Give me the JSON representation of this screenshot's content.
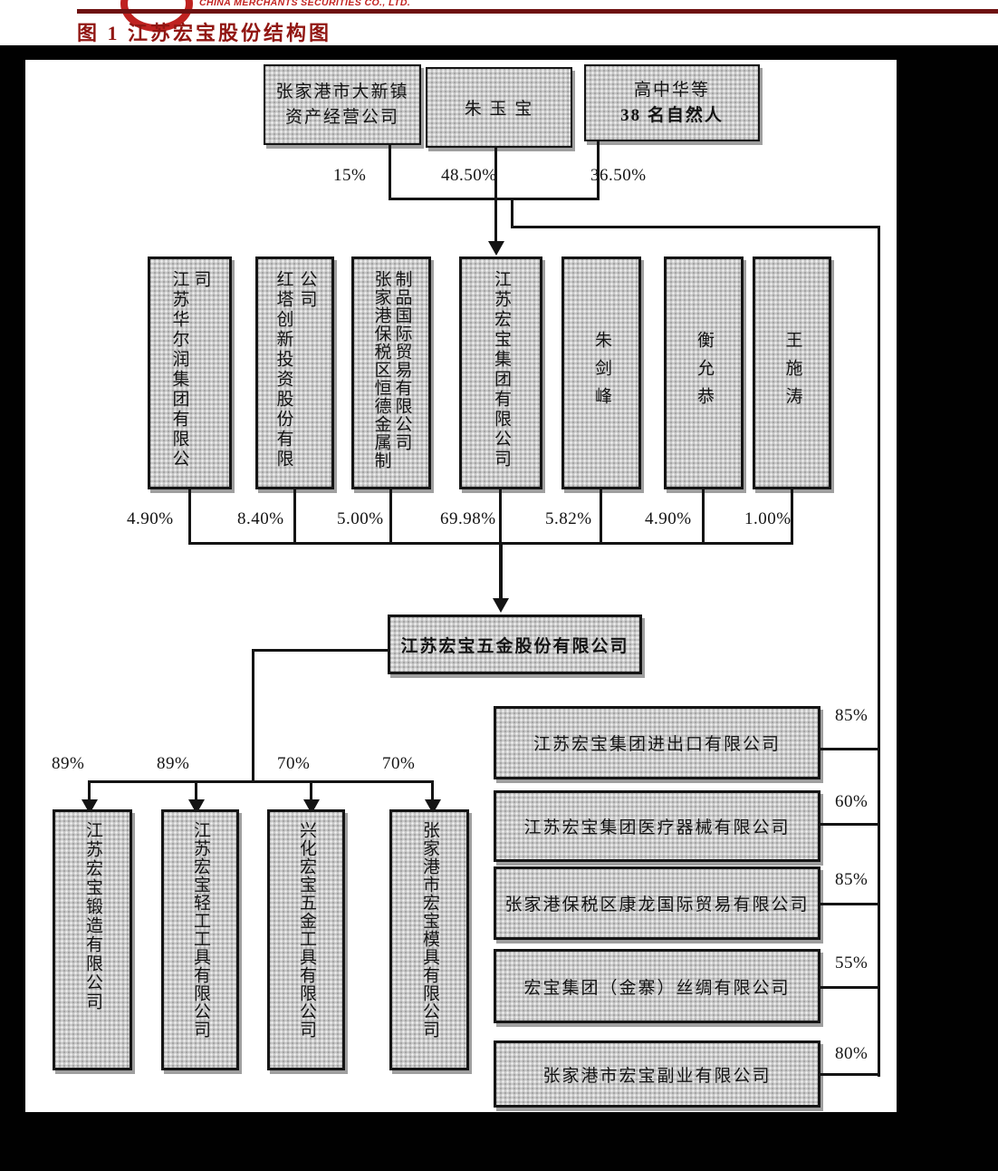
{
  "header": {
    "logo_text": "CHINA MERCHANTS SECURITIES CO., LTD.",
    "title": "图 1  江苏宏宝股份结构图"
  },
  "structure": {
    "top_shareholders": [
      {
        "line1": "张家港市大新镇",
        "line2": "资产经营公司",
        "pct": "15%"
      },
      {
        "line1": "朱 玉 宝",
        "pct": "48.50%"
      },
      {
        "line1": "高中华等",
        "line2": "38 名自然人",
        "pct": "36.50%"
      }
    ],
    "second_row": [
      {
        "col1": "江苏华尔润集团有限公司",
        "pct": "4.90%"
      },
      {
        "col1": "红塔创新投资股份有限",
        "col2": "公司",
        "pct": "8.40%"
      },
      {
        "col1": "张家港保税区恒德金属制",
        "col2": "制品国际贸易有限公司",
        "pct": "5.00%"
      },
      {
        "col1": "江苏宏宝集团有限公司",
        "pct": "69.98%"
      },
      {
        "col1": "朱剑峰",
        "pct": "5.82%"
      },
      {
        "col1": "衡允恭",
        "pct": "4.90%"
      },
      {
        "col1": "王施涛",
        "pct": "1.00%"
      }
    ],
    "listed_company": "江苏宏宝五金股份有限公司",
    "left_subsidiaries": [
      {
        "name": "江苏宏宝锻造有限公司",
        "pct": "89%"
      },
      {
        "name": "江苏宏宝轻工工具有限公司",
        "pct": "89%"
      },
      {
        "name": "兴化宏宝五金工具有限公司",
        "pct": "70%"
      },
      {
        "name": "张家港市宏宝模具有限公司",
        "pct": "70%"
      }
    ],
    "right_subsidiaries": [
      {
        "name": "江苏宏宝集团进出口有限公司",
        "pct": "85%"
      },
      {
        "name": "江苏宏宝集团医疗器械有限公司",
        "pct": "60%"
      },
      {
        "name": "张家港保税区康龙国际贸易有限公司",
        "pct": "85%"
      },
      {
        "name": "宏宝集团（金寨）丝绸有限公司",
        "pct": "55%"
      },
      {
        "name": "张家港市宏宝副业有限公司",
        "pct": "80%"
      }
    ]
  },
  "colors": {
    "title_red": "#911612",
    "rule_red": "#6e1111",
    "line_black": "#141414",
    "box_fill": "#c9c9c9",
    "mat_black": "#010101"
  }
}
